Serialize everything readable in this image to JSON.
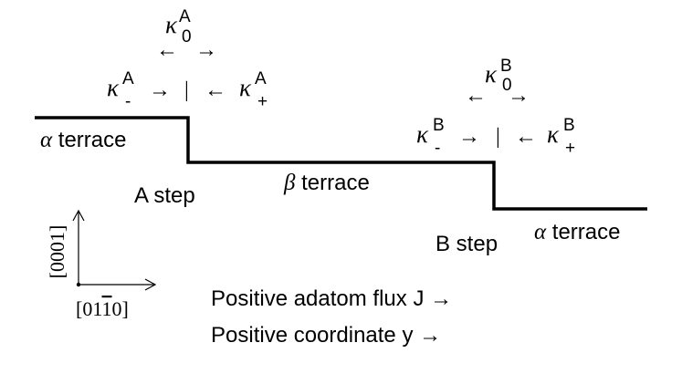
{
  "terraces": {
    "alpha_left": {
      "symbol": "α",
      "text": " terrace"
    },
    "beta": {
      "symbol": "β",
      "text": " terrace"
    },
    "alpha_right": {
      "symbol": "α",
      "text": " terrace"
    }
  },
  "steps": {
    "a_step": "A step",
    "b_step": "B step"
  },
  "rates": {
    "a": {
      "kappa": "κ",
      "sup": "A",
      "sub_zero": "0",
      "sub_minus": "-",
      "sub_plus": "+",
      "arrow_left": "←",
      "arrow_right": "→",
      "bar": "|"
    },
    "b": {
      "kappa": "κ",
      "sup": "B",
      "sub_zero": "0",
      "sub_minus": "-",
      "sub_plus": "+",
      "arrow_left": "←",
      "arrow_right": "→",
      "bar": "|"
    }
  },
  "axes": {
    "vertical_label": "[0001]",
    "horizontal_label_prefix": "[01",
    "horizontal_label_bar": "1",
    "horizontal_label_suffix": "0]"
  },
  "legend": {
    "flux": "Positive adatom flux J →",
    "coordinate": "Positive coordinate y →"
  }
}
